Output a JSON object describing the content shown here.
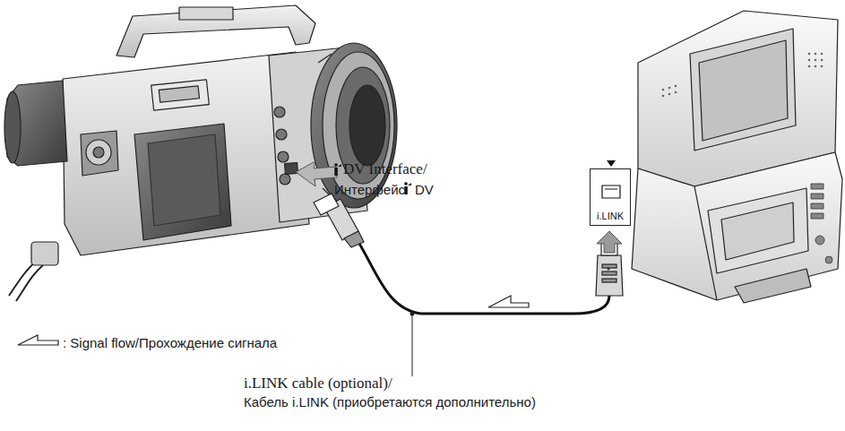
{
  "diagram": {
    "nodes": [
      {
        "text": [
          "i.LINK"
        ]
      }
    ],
    "labels": [
      "DV Interface/",
      "Интерфейс",
      "DV",
      "i.LINK cable (optional)/",
      "Кабель i.LINK (приобретаются дополнительно)"
    ],
    "legend": [
      {
        "text": ": Signal flow/Прохождение сигнала"
      }
    ]
  }
}
